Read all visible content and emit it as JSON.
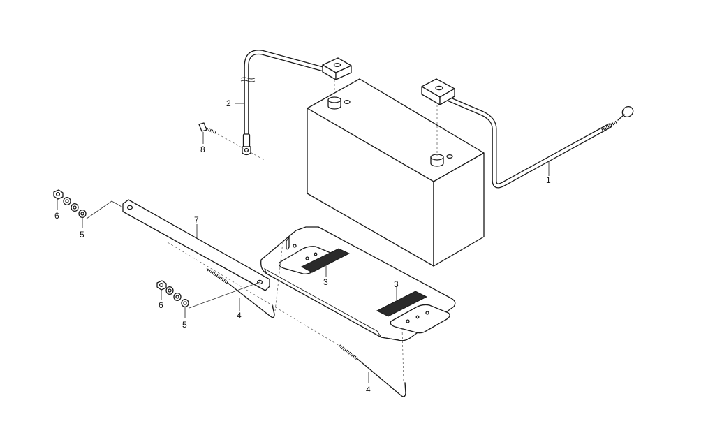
{
  "callouts": {
    "c1": "1",
    "c2": "2",
    "c3a": "3",
    "c3b": "3",
    "c4a": "4",
    "c4b": "4",
    "c5a": "5",
    "c5b": "5",
    "c6a": "6",
    "c6b": "6",
    "c7": "7",
    "c8": "8"
  }
}
